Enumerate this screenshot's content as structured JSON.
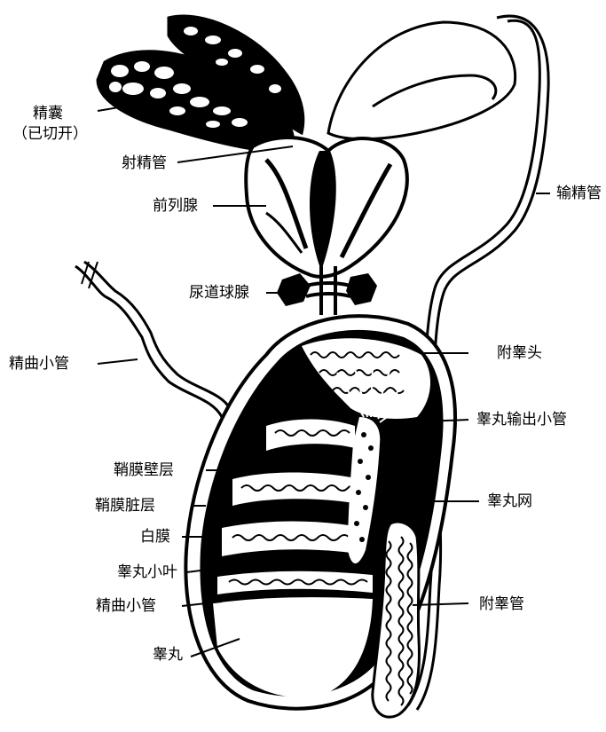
{
  "diagram": {
    "colors": {
      "ink": "#000000",
      "paper": "#ffffff"
    },
    "labels": {
      "seminal_vesicle": "精囊",
      "seminal_vesicle_note": "（已切开）",
      "ejaculatory_duct": "射精管",
      "prostate": "前列腺",
      "bulbourethral_gland": "尿道球腺",
      "seminiferous_tubule_top": "精曲小管",
      "ductus_deferens": "输精管",
      "epididymis_head": "附睾头",
      "efferent_ductules": "睾丸输出小管",
      "tunica_vaginalis_parietal": "鞘膜壁层",
      "tunica_vaginalis_visceral": "鞘膜脏层",
      "tunica_albuginea": "白膜",
      "rete_testis": "睾丸网",
      "testis_lobule": "睾丸小叶",
      "seminiferous_tubule_bottom": "精曲小管",
      "epididymis_duct": "附睾管",
      "testis": "睾丸"
    }
  }
}
